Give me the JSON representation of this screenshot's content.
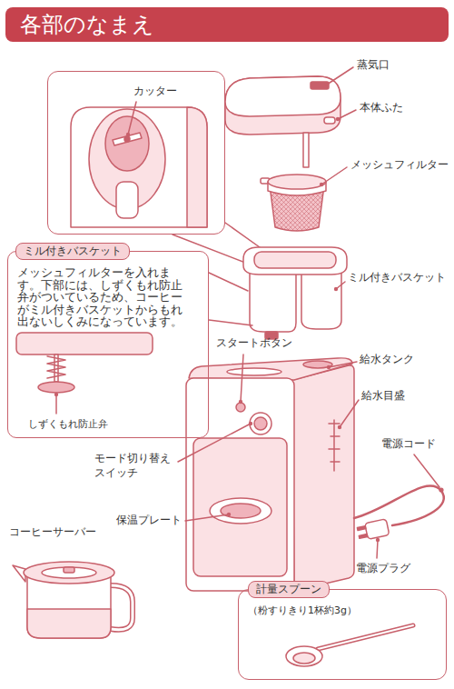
{
  "diagram": {
    "title": "各部のなまえ",
    "nodes": [
      {
        "text": [
          "カッター"
        ]
      },
      {
        "text": [
          "ミル付きバスケット",
          "メッシュフィルターを入れます。下部には、しずくもれ防止弁がついているため、コーヒーがミル付きバスケットからもれ出ないしくみになっています。",
          "しずくもれ防止弁"
        ]
      },
      {
        "text": [
          "計量スプーン",
          "（粉すりきり1杯約3g）"
        ]
      }
    ],
    "labels": [
      "蒸気口",
      "本体ふた",
      "メッシュフィルター",
      "ミル付きバスケット",
      "スタートボタン",
      "給水タンク",
      "給水目盛",
      "電源コード",
      "モード切り替えスイッチ",
      "保温プレート",
      "コーヒーサーバー",
      "電源プラグ"
    ]
  }
}
